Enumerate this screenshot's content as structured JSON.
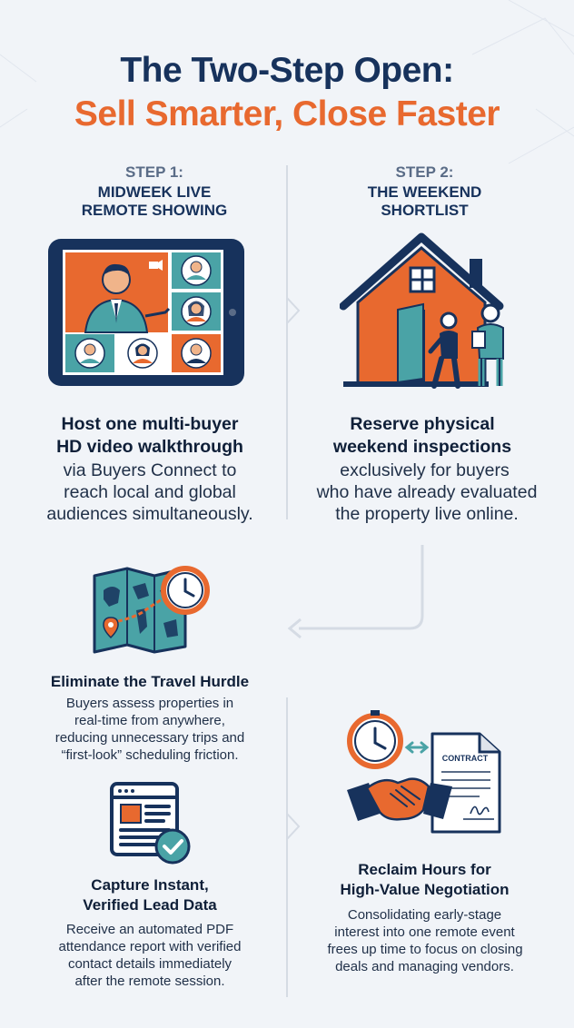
{
  "title": {
    "line1": "The Two-Step Open:",
    "line2": "Sell Smarter, Close Faster"
  },
  "step1": {
    "kicker": "STEP 1:",
    "title_line1": "MIDWEEK LIVE",
    "title_line2": "REMOTE SHOWING",
    "bold_line1": "Host one multi-buyer",
    "bold_line2": "HD video walkthrough",
    "text_line1": "via Buyers Connect to",
    "text_line2": "reach local and global",
    "text_line3": "audiences simultaneously."
  },
  "step2": {
    "kicker": "STEP 2:",
    "title_line1": "THE WEEKEND",
    "title_line2": "SHORTLIST",
    "bold_line1": "Reserve physical",
    "bold_line2": "weekend inspections",
    "text_line1": "exclusively for buyers",
    "text_line2": "who have already evaluated",
    "text_line3": "the property live online."
  },
  "feature_travel": {
    "title": "Eliminate the Travel Hurdle",
    "text_line1": "Buyers assess properties in",
    "text_line2": "real-time from anywhere,",
    "text_line3": "reducing unnecessary trips and",
    "text_line4": "“first-look” scheduling friction."
  },
  "feature_lead": {
    "title_line1": "Capture Instant,",
    "title_line2": "Verified Lead Data",
    "text_line1": "Receive an automated PDF",
    "text_line2": "attendance report with verified",
    "text_line3": "contact details immediately",
    "text_line4": "after the remote session."
  },
  "feature_negotiation": {
    "contract_label": "CONTRACT",
    "title_line1": "Reclaim Hours for",
    "title_line2": "High-Value Negotiation",
    "text_line1": "Consolidating early-stage",
    "text_line2": "interest into one remote event",
    "text_line3": "frees up time to focus on closing",
    "text_line4": "deals and managing vendors."
  },
  "colors": {
    "navy": "#17325c",
    "orange": "#e8692f",
    "teal": "#4aa3a6",
    "background": "#f1f4f8"
  },
  "icons": [
    "video-call-tablet-icon",
    "house-inspection-icon",
    "world-map-clock-icon",
    "report-verified-icon",
    "handshake-contract-icon",
    "back-arrow-icon"
  ]
}
